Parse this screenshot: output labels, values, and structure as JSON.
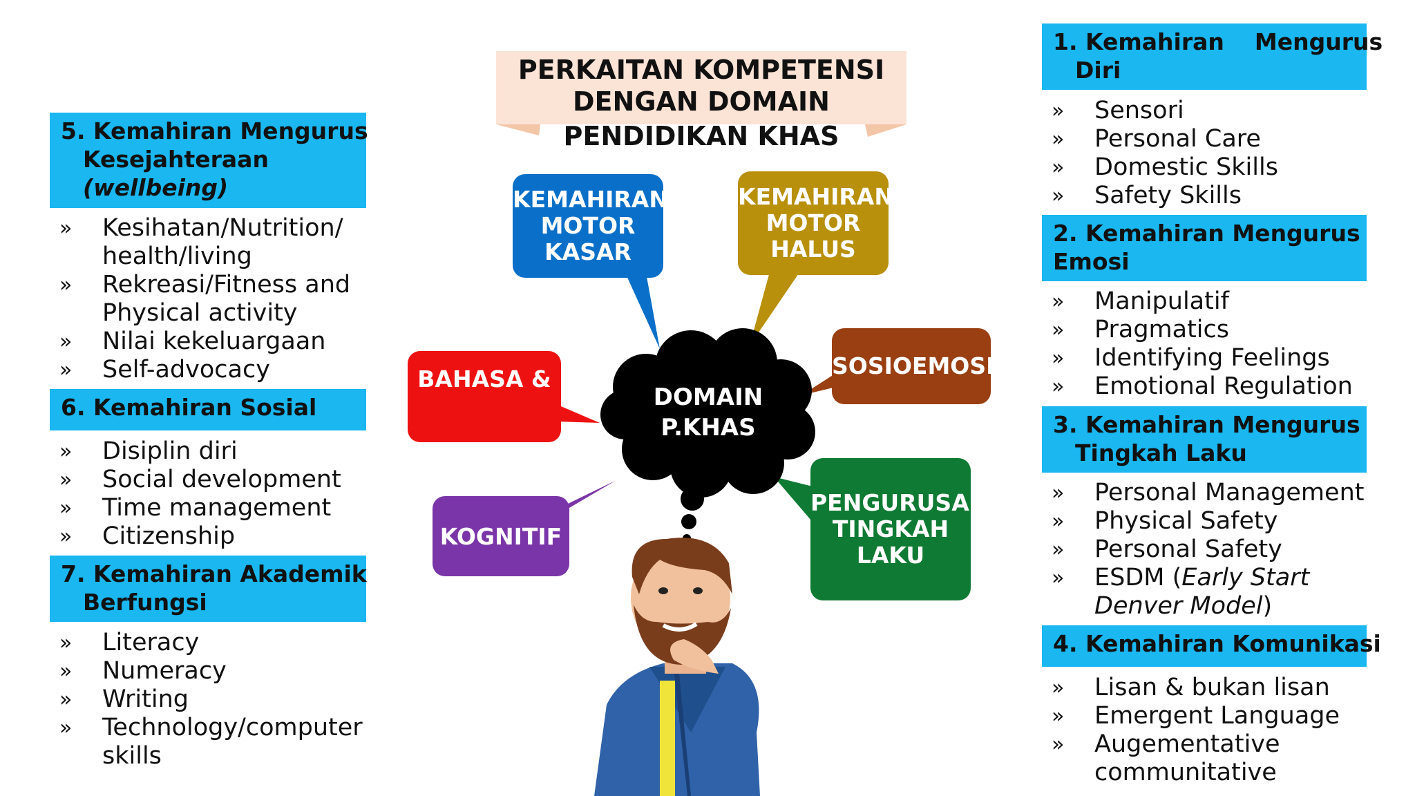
{
  "title": {
    "line1": "PERKAITAN KOMPETENSI",
    "line2": "DENGAN DOMAIN",
    "line3": "PENDIDIKAN KHAS"
  },
  "center": {
    "line1": "DOMAIN",
    "line2": "P.KHAS"
  },
  "bubbles": {
    "motor_kasar": {
      "l1": "KEMAHIRAN",
      "l2": "MOTOR",
      "l3": "KASAR",
      "color": "#0a6fc8"
    },
    "motor_halus": {
      "l1": "KEMAHIRAN",
      "l2": "MOTOR",
      "l3": "HALUS",
      "color": "#b8900c"
    },
    "bahasa": {
      "l1": "BAHASA &",
      "color": "#ee1111"
    },
    "sosioemosi": {
      "l1": "SOSIOEMOSI",
      "color": "#9a3f12"
    },
    "kognitif": {
      "l1": "KOGNITIF",
      "color": "#7a35a8"
    },
    "tingkah_laku": {
      "l1": "PENGURUSAN",
      "l2": "TINGKAH",
      "l3": "LAKU",
      "color": "#0f7a33"
    }
  },
  "bullet_mark": "»",
  "left": {
    "s5": {
      "h1": "5. Kemahiran Mengurus",
      "h2": "Kesejahteraan",
      "h3": "(wellbeing)",
      "items": [
        "Kesihatan/Nutrition/",
        "health/living",
        "Rekreasi/Fitness and",
        "Physical activity",
        "Nilai kekeluargaan",
        "Self-advocacy"
      ]
    },
    "s6": {
      "h1": "6. Kemahiran Sosial",
      "items": [
        "Disiplin diri",
        "Social development",
        "Time management",
        "Citizenship"
      ]
    },
    "s7": {
      "h1": "7. Kemahiran Akademik",
      "h2": "Berfungsi",
      "items": [
        "Literacy",
        "Numeracy",
        "Writing",
        "Technology/computer",
        "skills"
      ]
    }
  },
  "right": {
    "s1": {
      "h1a": "1. Kemahiran",
      "h1b": "Mengurus",
      "h2": "Diri",
      "items": [
        "Sensori",
        "Personal Care",
        "Domestic Skills",
        "Safety Skills"
      ]
    },
    "s2": {
      "h1": "2. Kemahiran Mengurus",
      "h2": "Emosi",
      "items": [
        "Manipulatif",
        "Pragmatics",
        "Identifying Feelings",
        "Emotional Regulation"
      ]
    },
    "s3": {
      "h1": "3. Kemahiran Mengurus",
      "h2": "Tingkah Laku",
      "items": [
        "Personal Management",
        "Physical Safety",
        "Personal Safety",
        "ESDM (",
        "Early Start",
        ")",
        "Denver Model",
        ")"
      ]
    },
    "s4": {
      "h1": "4. Kemahiran Komunikasi",
      "items": [
        "Lisan & bukan lisan",
        "Emergent Language",
        "Augementative",
        "communitative"
      ]
    }
  }
}
